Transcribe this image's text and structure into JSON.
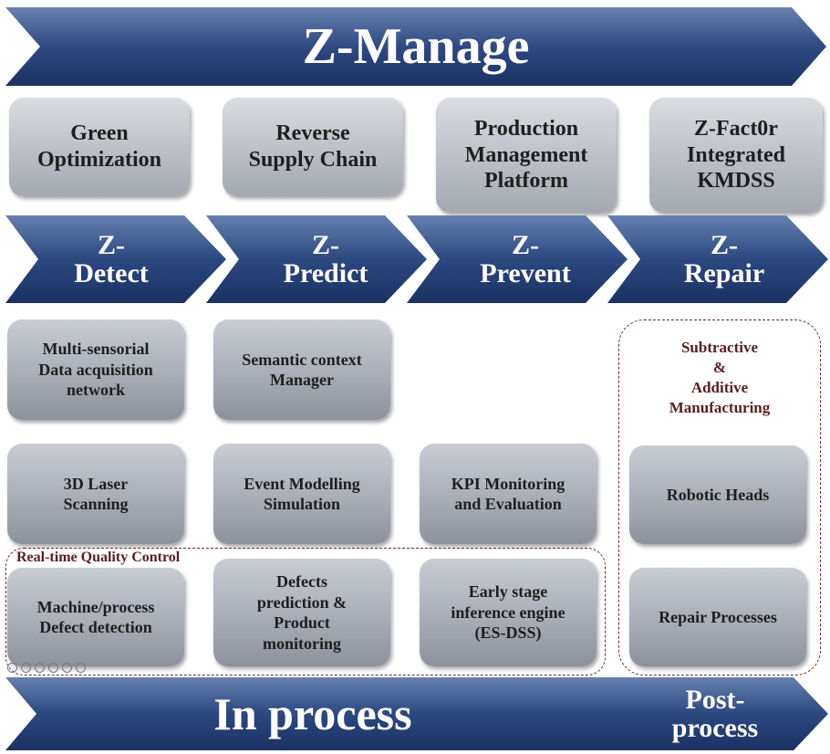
{
  "header": {
    "title": "Z-Manage"
  },
  "solutions": [
    {
      "label": "Green\nOptimization"
    },
    {
      "label": "Reverse\nSupply Chain"
    },
    {
      "label": "Production\nManagement\nPlatform"
    },
    {
      "label": "Z-Fact0r\nIntegrated\nKMDSS"
    }
  ],
  "stages": [
    {
      "label": "Z-\nDetect"
    },
    {
      "label": "Z-\nPredict"
    },
    {
      "label": "Z-\nPrevent"
    },
    {
      "label": "Z-\nRepair"
    }
  ],
  "components": {
    "multi_sensorial": "Multi-sensorial\nData acquisition\nnetwork",
    "semantic_context": "Semantic context\nManager",
    "laser_scanning": "3D Laser\nScanning",
    "event_modelling": "Event Modelling\nSimulation",
    "kpi_monitoring": "KPI Monitoring\nand Evaluation",
    "machine_defect": "Machine/process\nDefect detection",
    "defects_prediction": "Defects\nprediction &\nProduct\nmonitoring",
    "early_stage": "Early stage\ninference engine\n(ES-DSS)",
    "robotic_heads": "Robotic Heads",
    "repair_processes": "Repair Processes"
  },
  "groups": {
    "quality_control": "Real-time Quality Control",
    "manufacturing": "Subtractive\n&\nAdditive\nManufacturing"
  },
  "footer": {
    "in_process": "In process",
    "post_process": "Post-\nprocess"
  },
  "colors": {
    "arrow_light": "#5f78a8",
    "arrow_dark": "#1c3466",
    "box_gray": "#a9adb6",
    "dashed_border": "#6b2a2a"
  }
}
